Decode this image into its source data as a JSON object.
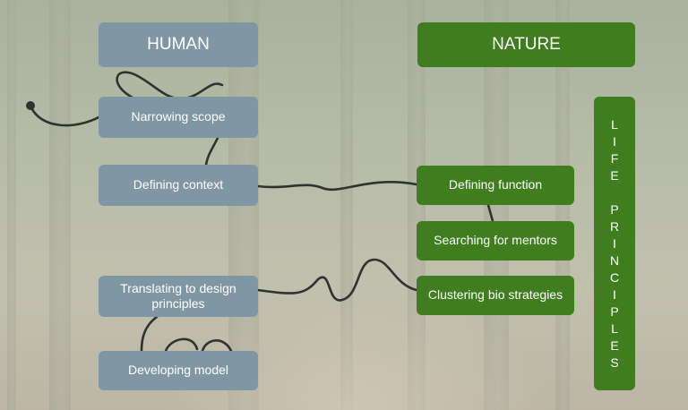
{
  "human": {
    "header": "HUMAN",
    "steps": [
      "Narrowing scope",
      "Defining context",
      "Translating to design principles",
      "Developing model"
    ]
  },
  "nature": {
    "header": "NATURE",
    "steps": [
      "Defining function",
      "Searching for mentors",
      "Clustering bio strategies"
    ]
  },
  "life_principles": {
    "words": [
      [
        "L",
        "I",
        "F",
        "E"
      ],
      [
        "P",
        "R",
        "I",
        "N",
        "C",
        "I",
        "P",
        "L",
        "E",
        "S"
      ]
    ]
  },
  "colors": {
    "human_box": "#7f96a3",
    "nature_box": "#3f7d1f",
    "line": "#2e3330",
    "background": "forest-photo"
  }
}
